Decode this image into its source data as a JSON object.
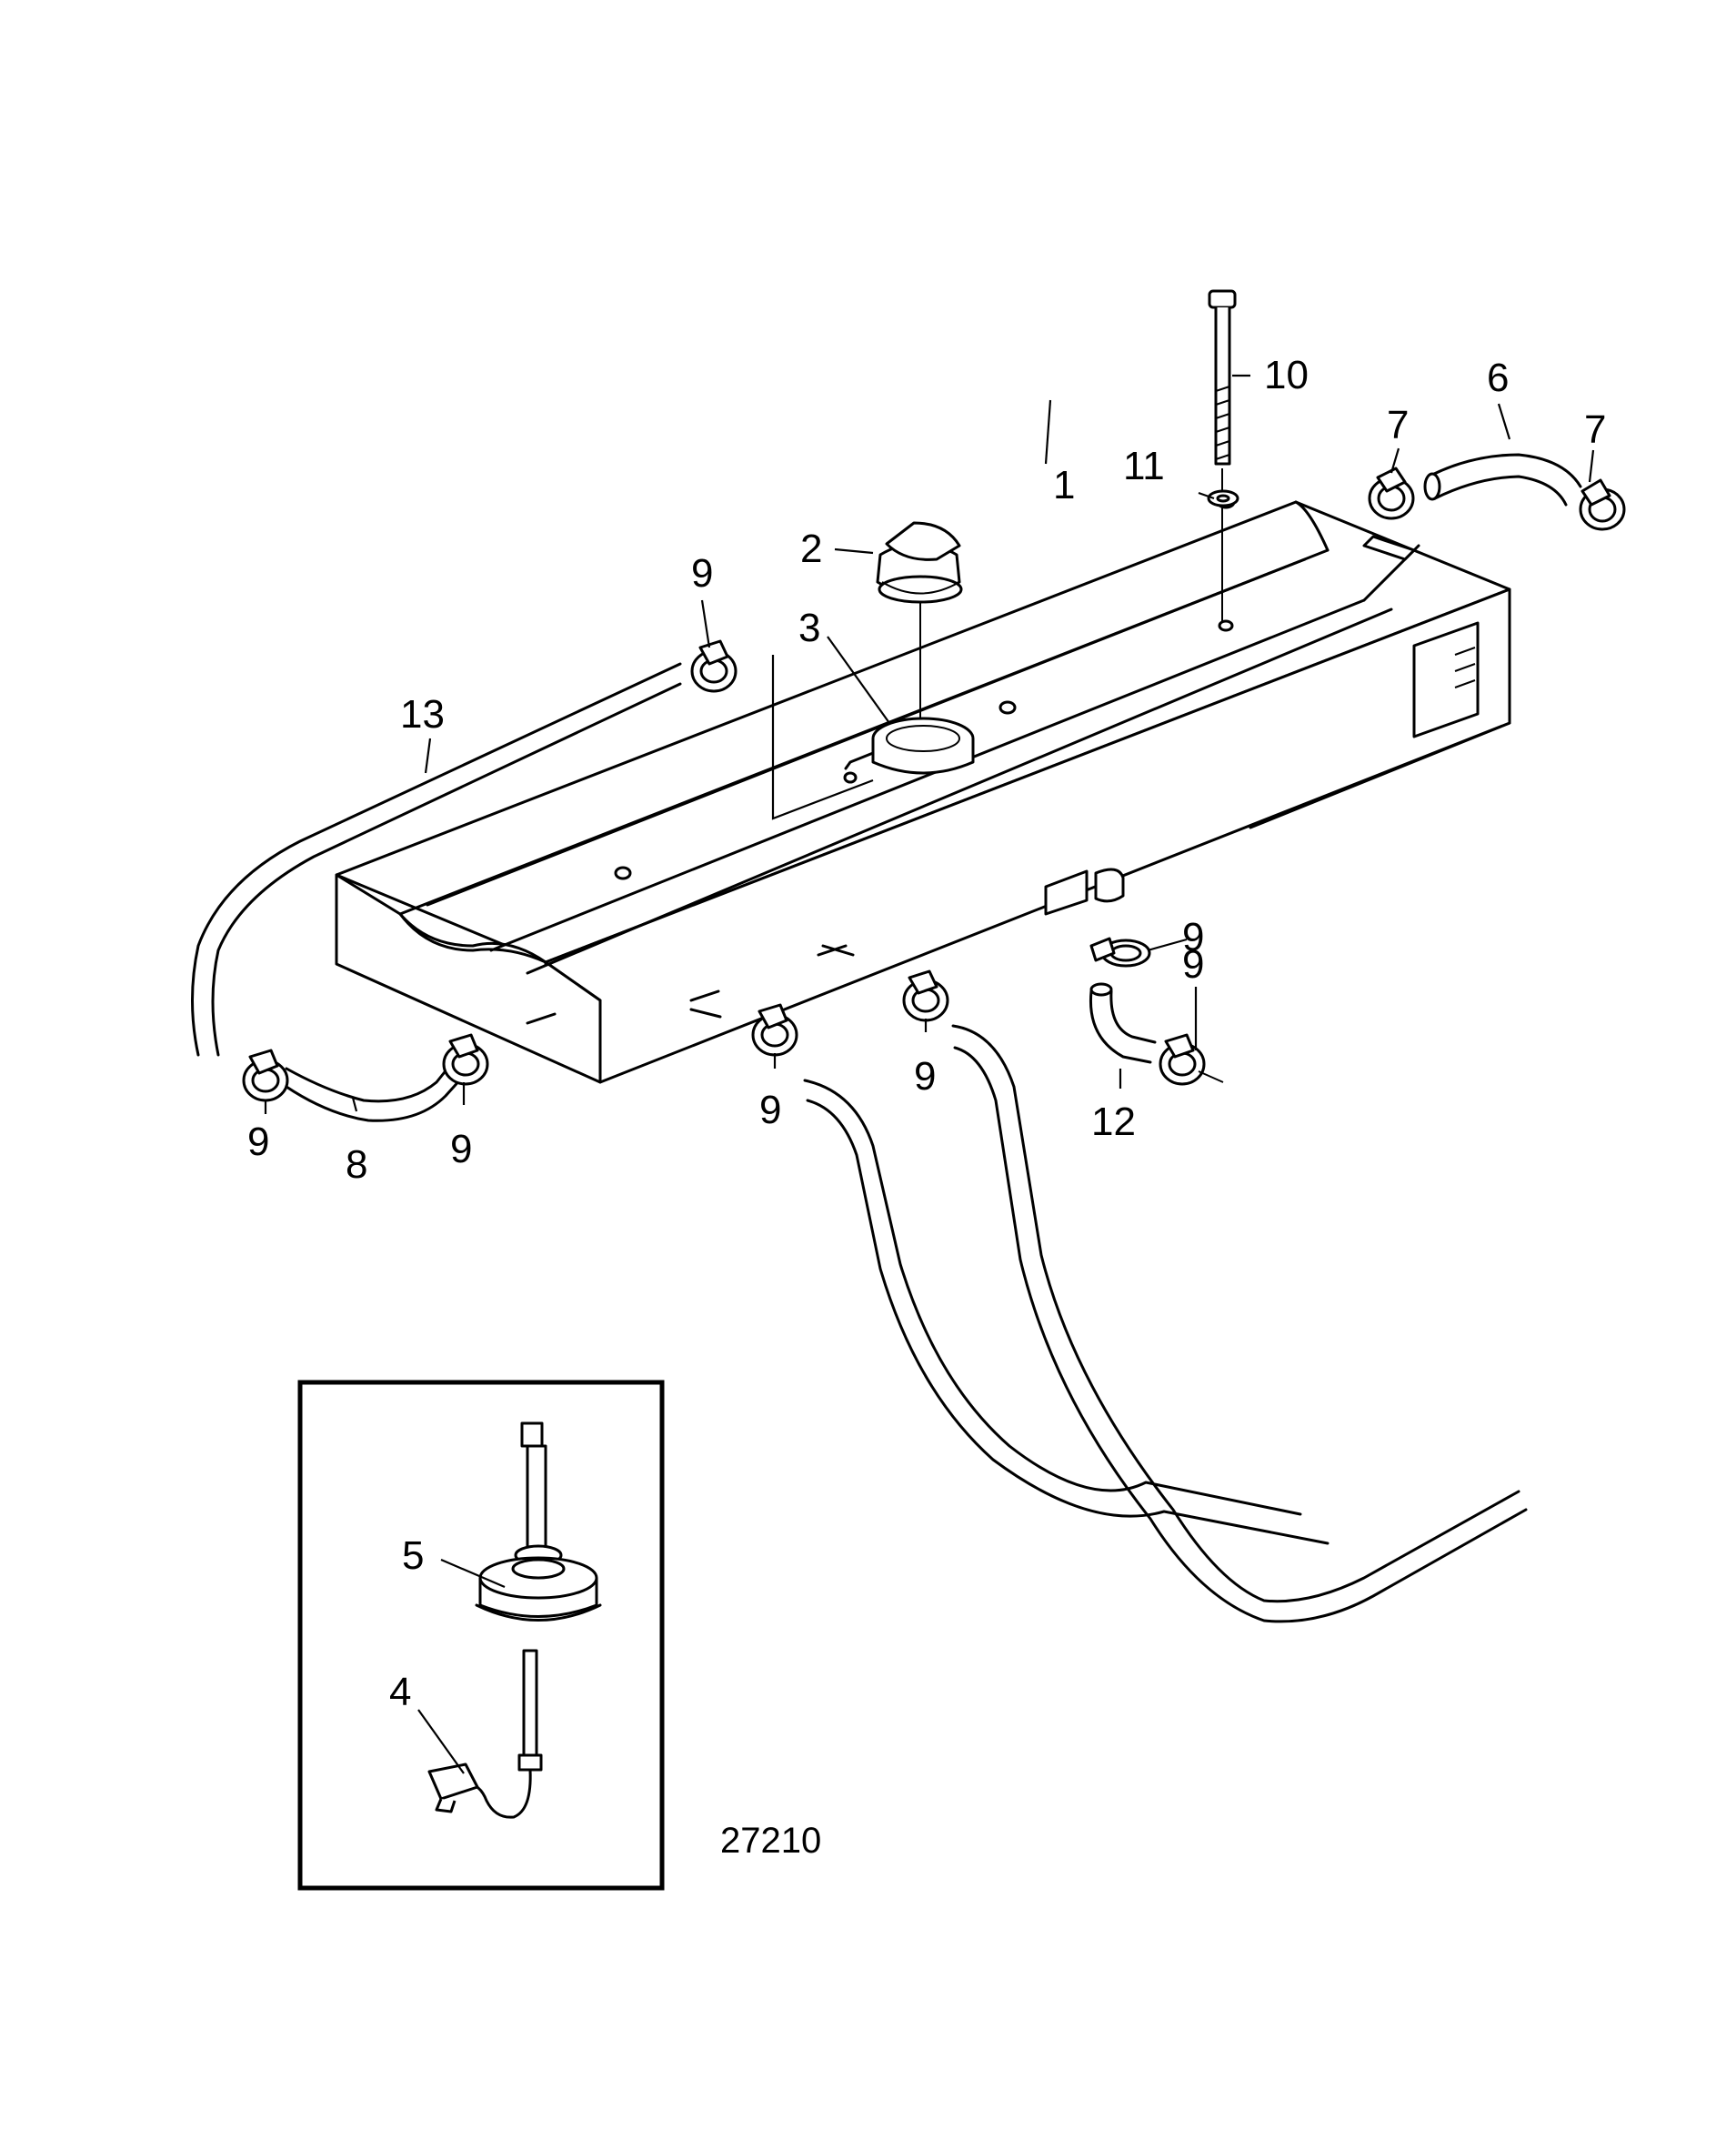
{
  "figure_number": "27210",
  "callouts": [
    {
      "id": "c1",
      "text": "1"
    },
    {
      "id": "c2",
      "text": "2"
    },
    {
      "id": "c3",
      "text": "3"
    },
    {
      "id": "c4",
      "text": "4"
    },
    {
      "id": "c5",
      "text": "5"
    },
    {
      "id": "c6",
      "text": "6"
    },
    {
      "id": "c7a",
      "text": "7"
    },
    {
      "id": "c7b",
      "text": "7"
    },
    {
      "id": "c8",
      "text": "8"
    },
    {
      "id": "c9a",
      "text": "9"
    },
    {
      "id": "c9b",
      "text": "9"
    },
    {
      "id": "c9c",
      "text": "9"
    },
    {
      "id": "c9d",
      "text": "9"
    },
    {
      "id": "c9e",
      "text": "9"
    },
    {
      "id": "c9f",
      "text": "9"
    },
    {
      "id": "c9g",
      "text": "9"
    },
    {
      "id": "c10",
      "text": "10"
    },
    {
      "id": "c11",
      "text": "11"
    },
    {
      "id": "c12",
      "text": "12"
    },
    {
      "id": "c13",
      "text": "13"
    }
  ]
}
